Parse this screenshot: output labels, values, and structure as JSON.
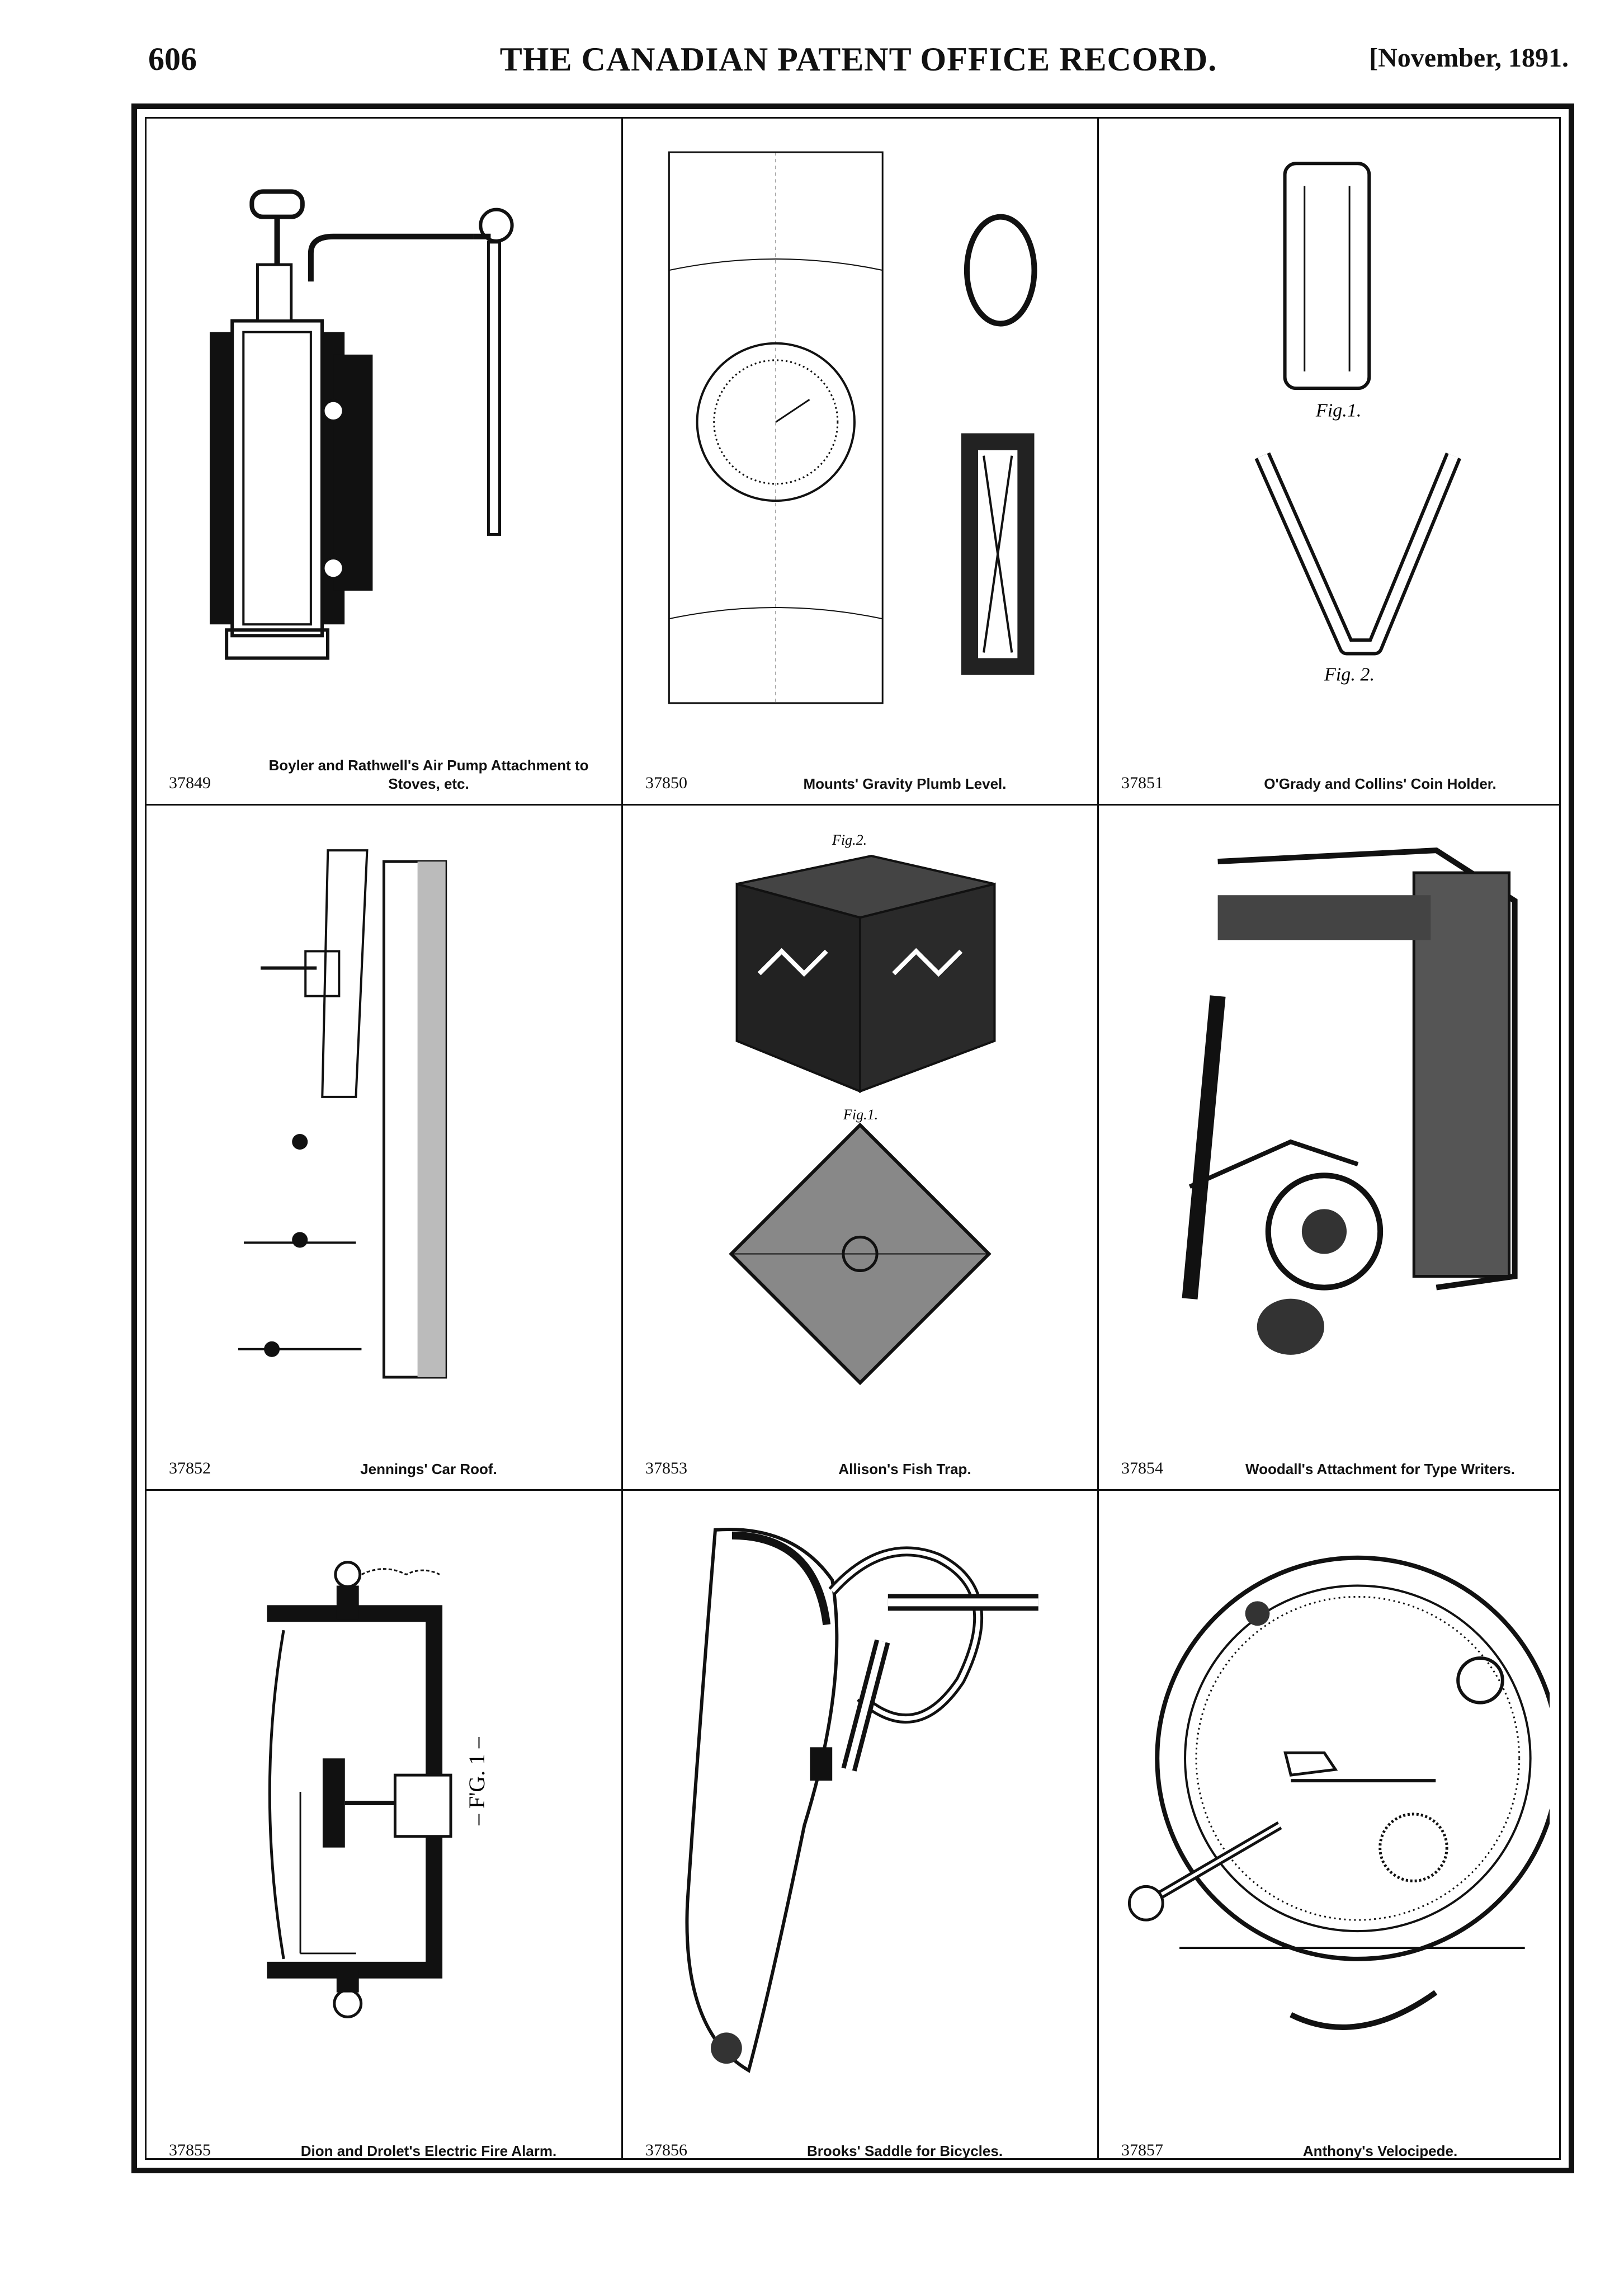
{
  "header": {
    "page_number": "606",
    "title": "THE CANADIAN PATENT OFFICE RECORD.",
    "date": "[November, 1891."
  },
  "patents": [
    {
      "number": "37849",
      "caption": "Boyler and Rathwell's Air Pump Attachment to Stoves, etc."
    },
    {
      "number": "37850",
      "caption": "Mounts' Gravity Plumb Level."
    },
    {
      "number": "37851",
      "caption": "O'Grady and Collins' Coin Holder."
    },
    {
      "number": "37852",
      "caption": "Jennings' Car Roof."
    },
    {
      "number": "37853",
      "caption": "Allison's Fish Trap."
    },
    {
      "number": "37854",
      "caption": "Woodall's Attachment for Type Writers."
    },
    {
      "number": "37855",
      "caption": "Dion and Drolet's Electric Fire Alarm."
    },
    {
      "number": "37856",
      "caption": "Brooks' Saddle for Bicycles."
    },
    {
      "number": "37857",
      "caption": "Anthony's Velocipede."
    }
  ],
  "figure_labels": {
    "coin_fig1": "Fig.1.",
    "coin_fig2": "Fig. 2.",
    "trap_fig2": "Fig.2.",
    "trap_fig1": "Fig.1.",
    "alarm_fig": "– F'G. 1 –"
  }
}
